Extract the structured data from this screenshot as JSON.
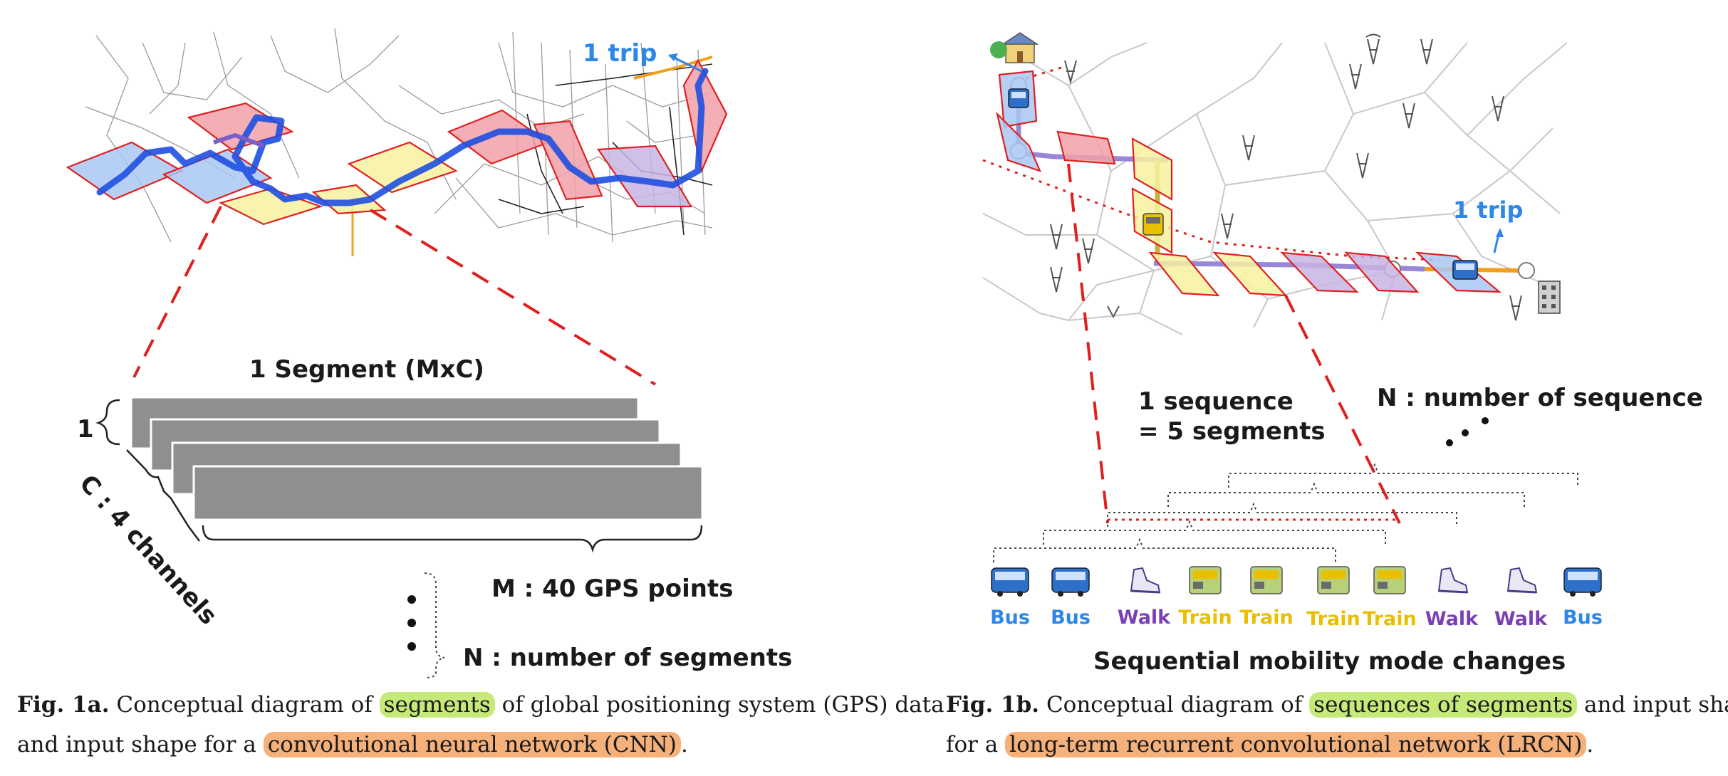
{
  "fig1a": {
    "trip_label": "1 trip",
    "segment_label": "1 Segment (MxC)",
    "one_label": "1",
    "channels_label": "C : 4 channels",
    "gps_points_label": "M : 40 GPS points",
    "num_segments_label": "N : number of segments",
    "caption": {
      "fig_label": "Fig. 1a.",
      "text_before": "Conceptual diagram of",
      "highlight_green": "segments",
      "text_middle_1": "of global positioning system (GPS) data",
      "text_middle_2": "and input shape for a",
      "highlight_orange": "convolutional neural network (CNN)",
      "text_end": "."
    }
  },
  "fig1b": {
    "trip_label": "1 trip",
    "sequence_label_1": "1 sequence",
    "sequence_label_2": "= 5 segments",
    "num_sequence_label": "N : number of sequence",
    "modes": [
      "Bus",
      "Bus",
      "Walk",
      "Train",
      "Train",
      "Train",
      "Train",
      "Walk",
      "Walk",
      "Bus"
    ],
    "mode_colors": {
      "Bus": "#2e86e8",
      "Walk": "#7a3fb5",
      "Train": "#e8c000"
    },
    "subtitle": "Sequential mobility mode changes",
    "caption": {
      "fig_label": "Fig. 1b.",
      "text_before": "Conceptual diagram of",
      "highlight_green": "sequences of segments",
      "text_middle_1": "and input shape",
      "text_middle_2": "for a",
      "highlight_orange": "long-term recurrent convolutional network (LRCN)",
      "text_end": "."
    }
  },
  "colors": {
    "route": "#1f4fe0",
    "segment_red": "#f2a0a8",
    "segment_blue": "#a9c7f2",
    "segment_yellow": "#f7f2a0",
    "segment_purple": "#c8b4e2",
    "segment_border": "#e02020",
    "dashed_red": "#e02020",
    "channel_gray": "#8f8f8f",
    "highlight_green": "#c6ea7a",
    "highlight_orange": "#f6b07a"
  }
}
